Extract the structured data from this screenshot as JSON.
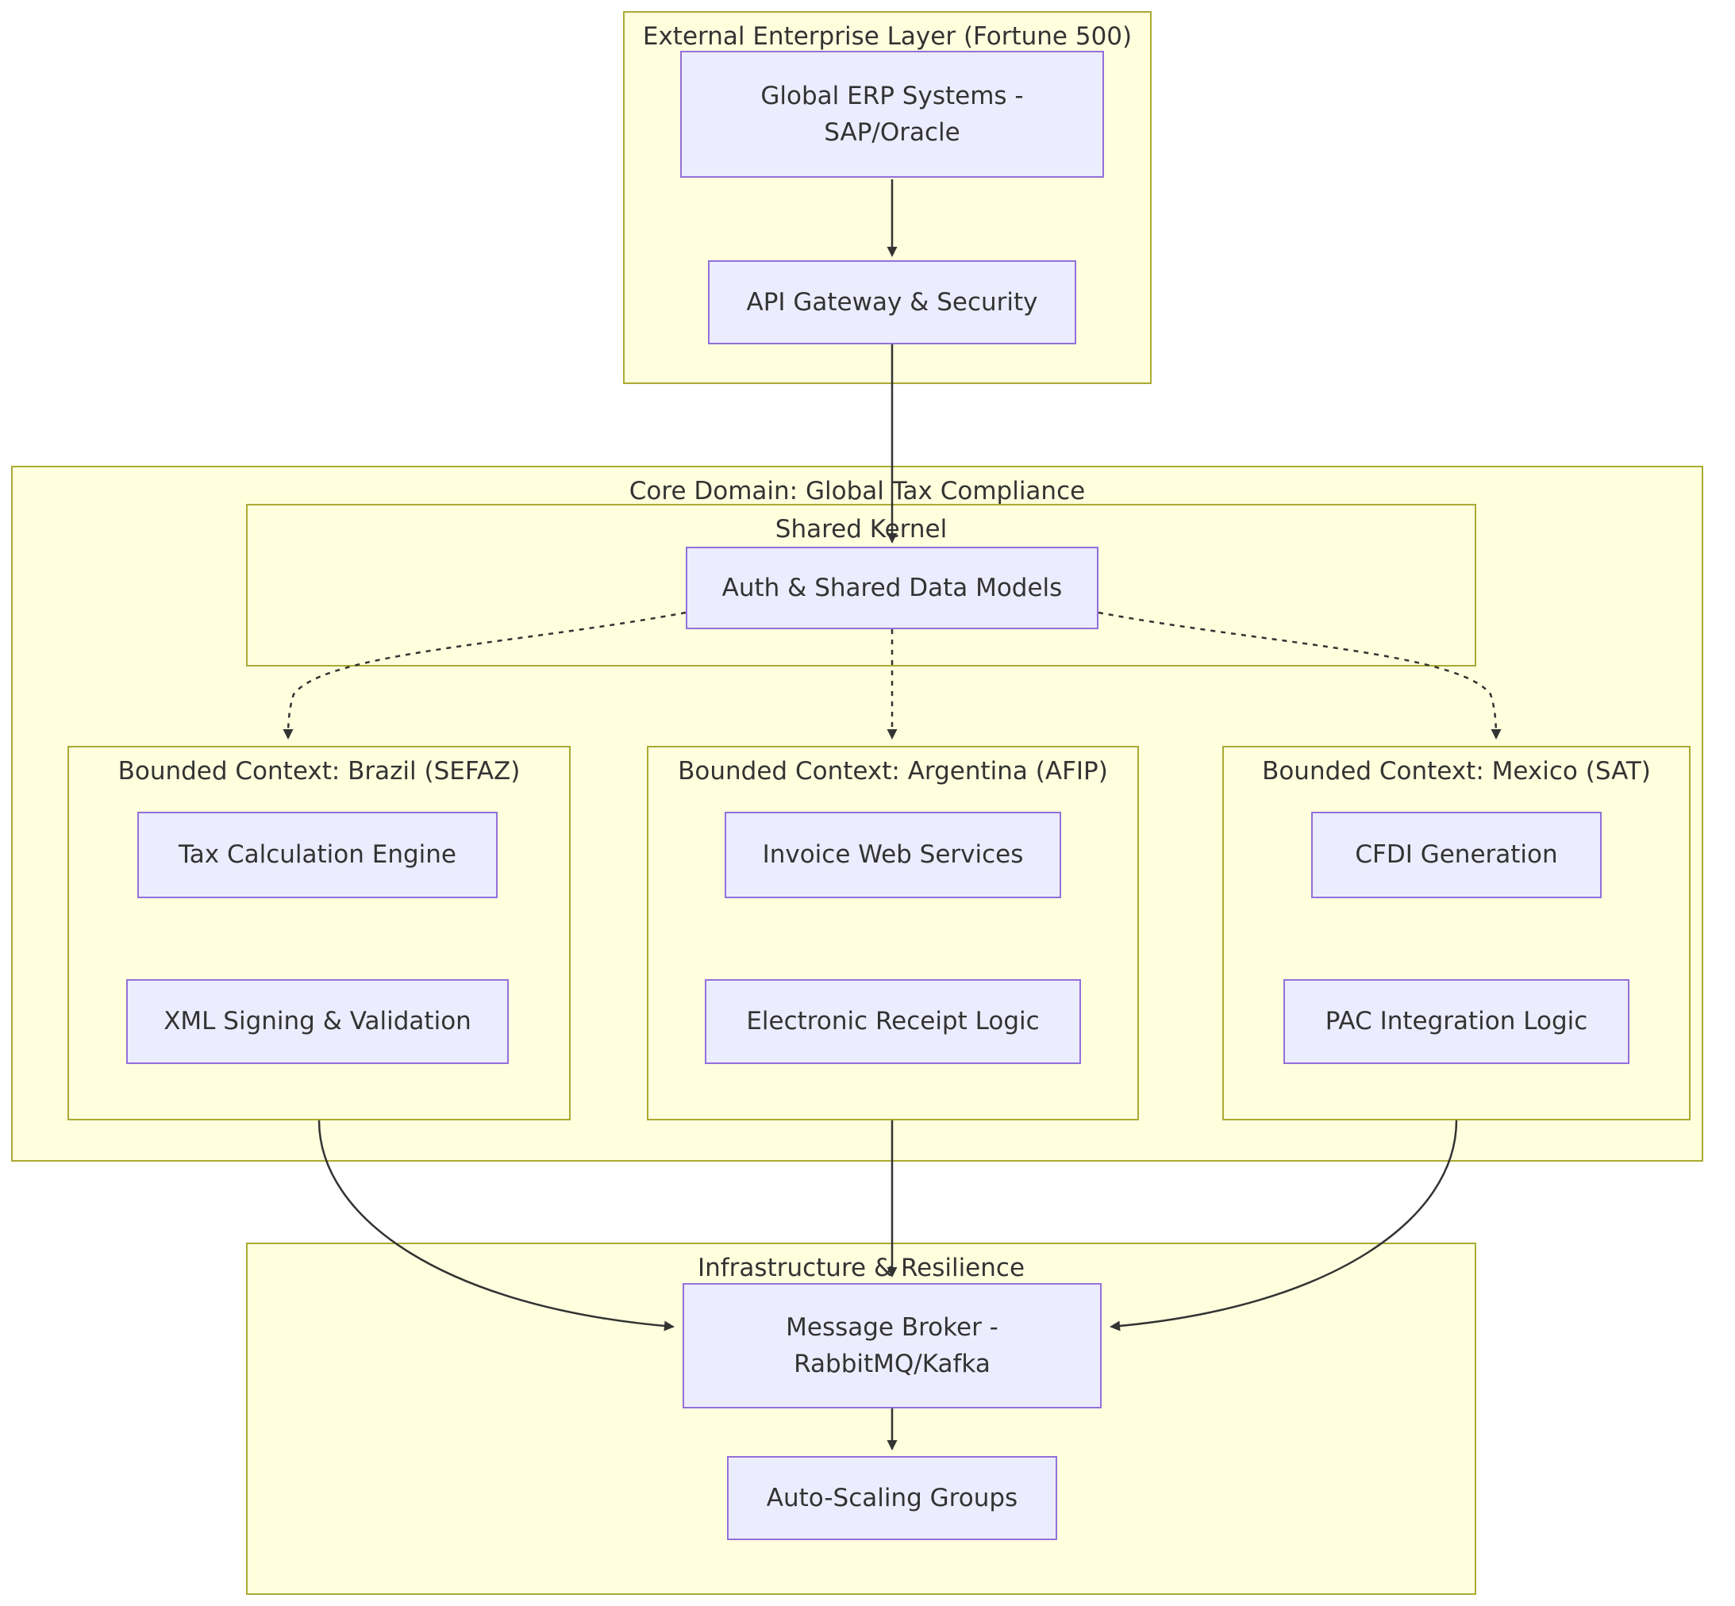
{
  "clusters": {
    "external": {
      "title": "External Enterprise Layer (Fortune 500)"
    },
    "core_domain": {
      "title": "Core Domain: Global Tax Compliance"
    },
    "shared_kernel": {
      "title": "Shared Kernel"
    },
    "brazil": {
      "title": "Bounded Context: Brazil (SEFAZ)"
    },
    "argentina": {
      "title": "Bounded Context: Argentina (AFIP)"
    },
    "mexico": {
      "title": "Bounded Context: Mexico (SAT)"
    },
    "infrastructure": {
      "title": "Infrastructure & Resilience"
    }
  },
  "nodes": {
    "erp": {
      "line1": "Global ERP Systems -",
      "line2": "SAP/Oracle"
    },
    "api_gateway": {
      "label": "API Gateway & Security"
    },
    "auth": {
      "label": "Auth & Shared Data Models"
    },
    "tax_engine": {
      "label": "Tax Calculation Engine"
    },
    "xml_signing": {
      "label": "XML Signing & Validation"
    },
    "invoice_ws": {
      "label": "Invoice Web Services"
    },
    "receipt_logic": {
      "label": "Electronic Receipt Logic"
    },
    "cfdi": {
      "label": "CFDI Generation"
    },
    "pac": {
      "label": "PAC Integration Logic"
    },
    "broker": {
      "line1": "Message Broker -",
      "line2": "RabbitMQ/Kafka"
    },
    "autoscaling": {
      "label": "Auto-Scaling Groups"
    }
  },
  "edges": [
    {
      "from": "Global ERP Systems - SAP/Oracle",
      "to": "API Gateway & Security",
      "style": "solid"
    },
    {
      "from": "API Gateway & Security",
      "to": "Auth & Shared Data Models",
      "style": "solid"
    },
    {
      "from": "Auth & Shared Data Models",
      "to": "Bounded Context: Brazil (SEFAZ)",
      "style": "dotted"
    },
    {
      "from": "Auth & Shared Data Models",
      "to": "Bounded Context: Argentina (AFIP)",
      "style": "dotted"
    },
    {
      "from": "Auth & Shared Data Models",
      "to": "Bounded Context: Mexico (SAT)",
      "style": "dotted"
    },
    {
      "from": "Bounded Context: Brazil (SEFAZ)",
      "to": "Message Broker - RabbitMQ/Kafka",
      "style": "solid"
    },
    {
      "from": "Bounded Context: Argentina (AFIP)",
      "to": "Message Broker - RabbitMQ/Kafka",
      "style": "solid"
    },
    {
      "from": "Bounded Context: Mexico (SAT)",
      "to": "Message Broker - RabbitMQ/Kafka",
      "style": "solid"
    },
    {
      "from": "Message Broker - RabbitMQ/Kafka",
      "to": "Auto-Scaling Groups",
      "style": "solid"
    }
  ],
  "colors": {
    "cluster_fill": "#ffffde",
    "cluster_border": "#aaaa33",
    "node_fill": "#ececff",
    "node_border": "#9370db",
    "edge": "#333333",
    "text": "#333333"
  }
}
